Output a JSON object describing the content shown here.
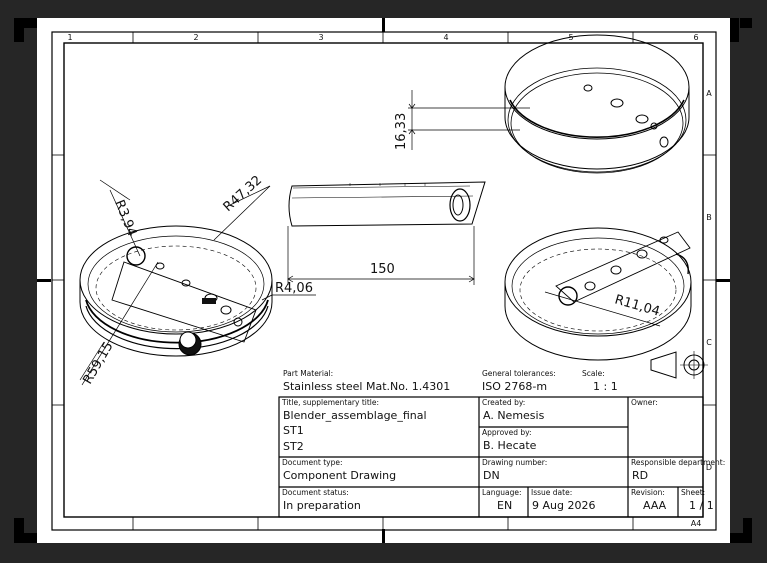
{
  "frame": {
    "columns": [
      "1",
      "2",
      "3",
      "4",
      "5",
      "6"
    ],
    "rows": [
      "A",
      "B",
      "C",
      "D"
    ],
    "paper_size": "A4"
  },
  "dimensions": {
    "height": "16,33",
    "length": "150",
    "r_small_hole": "R3,94",
    "r_outer": "R47,32",
    "r_base": "R59,15",
    "r_end": "R4,06",
    "r_right": "R11,04"
  },
  "title_block": {
    "material_label": "Part Material:",
    "material_value": "Stainless steel Mat.No. 1.4301",
    "tolerances_label": "General tolerances:",
    "tolerances_value": "ISO 2768-m",
    "scale_label": "Scale:",
    "scale_value": "1 : 1",
    "title_label": "Title, supplementary title:",
    "title_line1": "Blender_assemblage_final",
    "title_line2": "ST1",
    "title_line3": "ST2",
    "created_label": "Created by:",
    "created_value": "A. Nemesis",
    "approved_label": "Approved by:",
    "approved_value": "B. Hecate",
    "owner_label": "Owner:",
    "doctype_label": "Document type:",
    "doctype_value": "Component Drawing",
    "drawing_no_label": "Drawing number:",
    "drawing_no_value": "DN",
    "resp_label": "Responsible department:",
    "resp_value": "RD",
    "status_label": "Document status:",
    "status_value": "In preparation",
    "lang_label": "Language:",
    "lang_value": "EN",
    "issue_label": "Issue date:",
    "issue_value": "9 Aug 2026",
    "rev_label": "Revision:",
    "rev_value": "AAA",
    "sheet_label": "Sheet:",
    "sheet_value": "1 / 1"
  }
}
